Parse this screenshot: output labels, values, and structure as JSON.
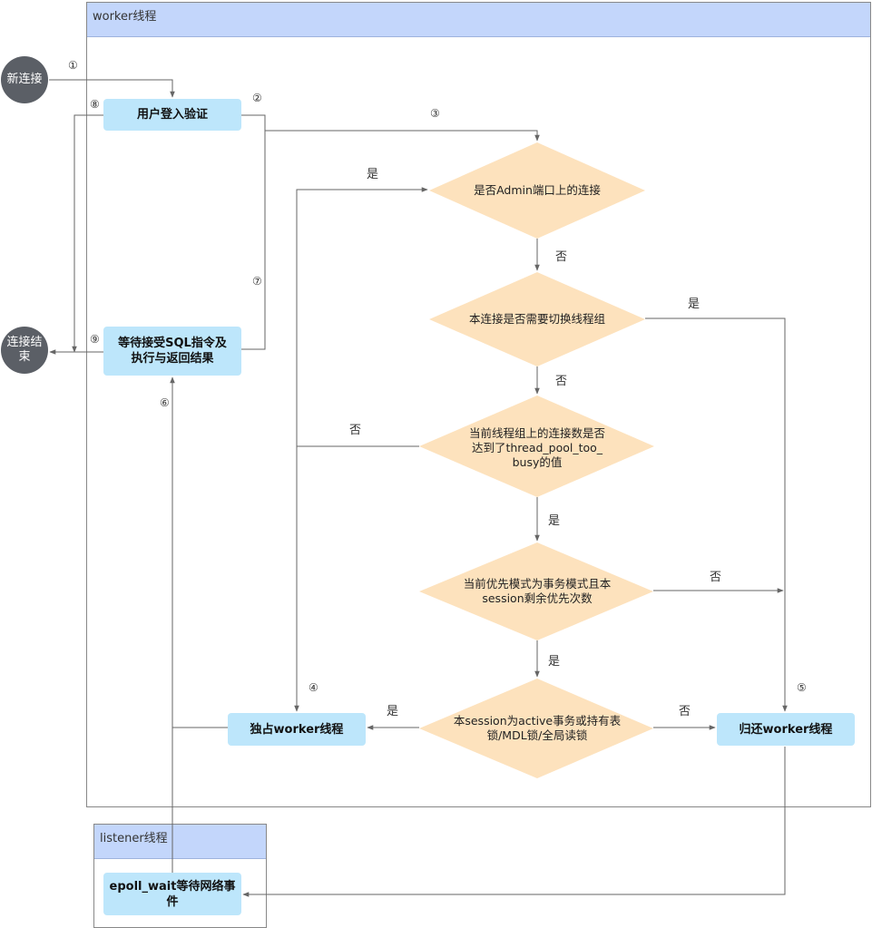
{
  "lanes": {
    "worker": "worker线程",
    "listener": "listener线程"
  },
  "nodes": {
    "new_conn": "新连接",
    "conn_end": "连接结束",
    "login": "用户登入验证",
    "wait_sql": "等待接受SQL指令及执行与返回结果",
    "admin_q": "是否Admin端口上的连接",
    "switch_q": "本连接是否需要切换线程组",
    "busy_q": "当前线程组上的连接数是否达到了thread_pool_too_busy的值",
    "tx_mode_q": "当前优先模式为事务模式且本session剩余优先次数",
    "active_q": "本session为active事务或持有表锁/MDL锁/全局读锁",
    "occupy": "独占worker线程",
    "return_w": "归还worker线程",
    "epoll": "epoll_wait等待网络事件"
  },
  "edge_labels": {
    "admin_yes": "是",
    "admin_no": "否",
    "switch_yes": "是",
    "switch_no": "否",
    "busy_no": "否",
    "busy_yes": "是",
    "tx_no": "否",
    "tx_yes": "是",
    "active_yes": "是",
    "active_no": "否"
  },
  "steps": {
    "s1": "①",
    "s2": "②",
    "s3": "③",
    "s4": "④",
    "s5": "⑤",
    "s6": "⑥",
    "s7": "⑦",
    "s8": "⑧",
    "s9": "⑨"
  },
  "colors": {
    "lane_header": "#c3d6fb",
    "process_box": "#bde6fb",
    "decision": "#fde2bd",
    "terminal": "#5b5f66",
    "edge": "#666666"
  }
}
